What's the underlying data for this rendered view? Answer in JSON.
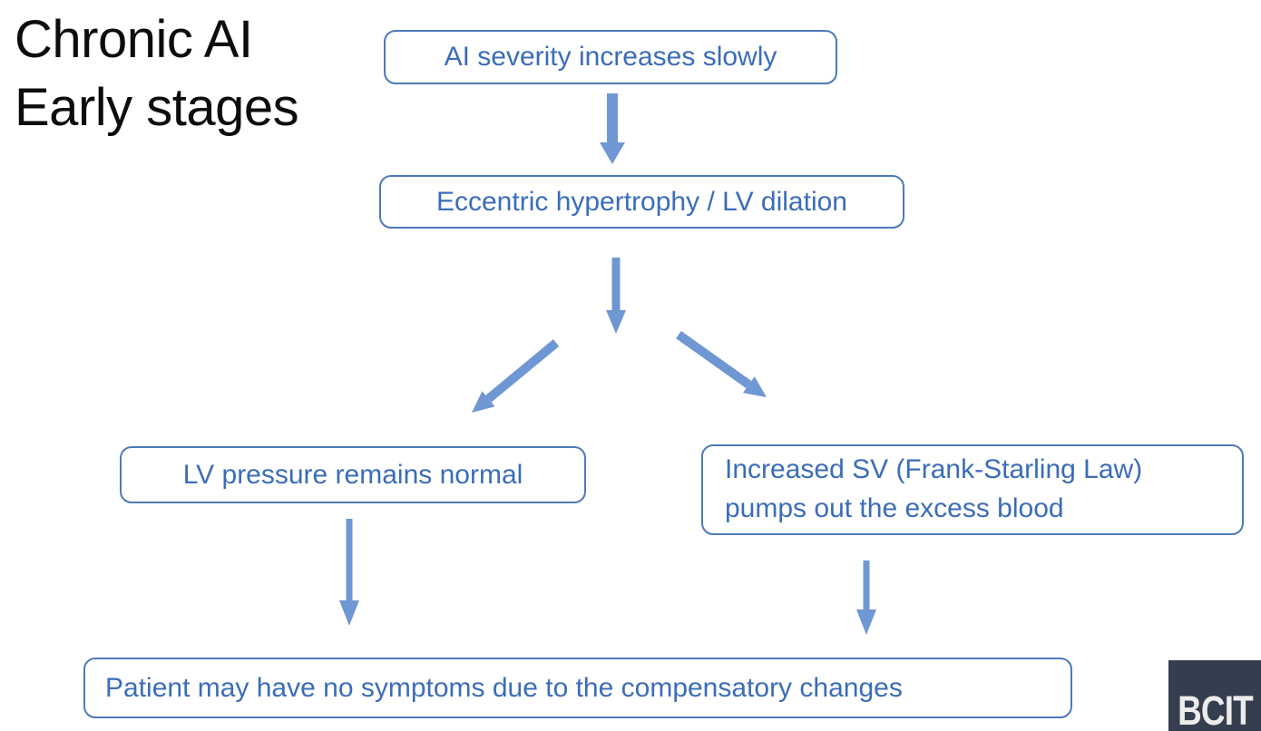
{
  "slide": {
    "title_line1": "Chronic AI",
    "title_line2": "Early stages"
  },
  "flowchart": {
    "nodes": [
      {
        "id": "ai-severity",
        "label": "AI severity increases slowly"
      },
      {
        "id": "eccentric-hypertrophy",
        "label": "Eccentric hypertrophy / LV dilation"
      },
      {
        "id": "lv-pressure",
        "label": "LV pressure remains normal"
      },
      {
        "id": "increased-sv",
        "label": "Increased SV (Frank-Starling Law)\npumps out the excess blood"
      },
      {
        "id": "no-symptoms",
        "label": "Patient may have no symptoms due to the compensatory changes"
      }
    ],
    "edges": [
      {
        "from": "ai-severity",
        "to": "eccentric-hypertrophy"
      },
      {
        "from": "eccentric-hypertrophy",
        "to": "lv-pressure"
      },
      {
        "from": "eccentric-hypertrophy",
        "to": "increased-sv"
      },
      {
        "from": "lv-pressure",
        "to": "no-symptoms"
      },
      {
        "from": "increased-sv",
        "to": "no-symptoms"
      }
    ]
  },
  "logo": {
    "text": "BCIT"
  },
  "colors": {
    "title": "#0d0d0d",
    "box_border": "#4d7ab8",
    "box_text": "#3b6db8",
    "arrow": "#6f97d3",
    "logo_bg": "#353e4f",
    "logo_text": "#ececec"
  }
}
